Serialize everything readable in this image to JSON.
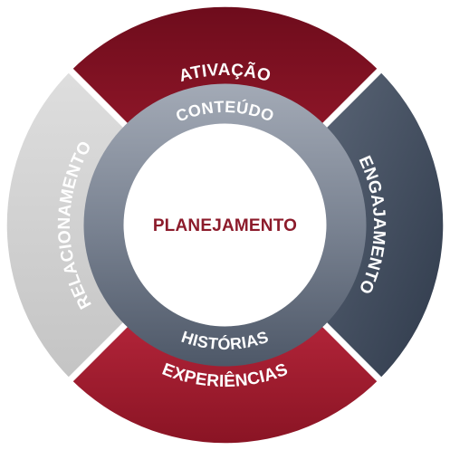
{
  "center": {
    "label": "PLANEJAMENTO",
    "color": "#8c1b2b"
  },
  "inner_ring": {
    "top_label": "CONTEÚDO",
    "bottom_label": "HISTÓRIAS"
  },
  "outer_ring": {
    "top": {
      "label": "ATIVAÇÃO",
      "color": "#7d1122"
    },
    "right": {
      "label": "ENGAJAMENTO",
      "color": "#3d4a5c"
    },
    "bottom": {
      "label": "EXPERIÊNCIAS",
      "color": "#a51d2f"
    },
    "left": {
      "label": "RELACIONAMENTO",
      "color": "#d0d0d0"
    }
  }
}
